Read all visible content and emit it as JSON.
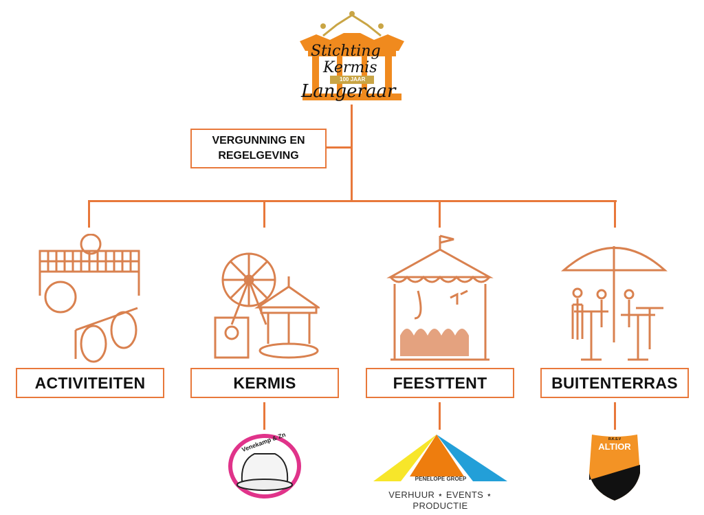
{
  "logo": {
    "line1": "Stichting",
    "line2": "Kermis",
    "banner": "100 JAAR",
    "line3": "Langeraar"
  },
  "side_box": {
    "line1": "VERGUNNING EN",
    "line2": "REGELGEVING"
  },
  "categories": [
    {
      "label": "ACTIVITEITEN",
      "icon": "sports-volleyball-football-tires-icon"
    },
    {
      "label": "KERMIS",
      "icon": "ferris-wheel-carousel-icon"
    },
    {
      "label": "FEESTTENT",
      "icon": "circus-tent-stage-icon"
    },
    {
      "label": "BUITENTERRAS",
      "icon": "parasol-terrace-tables-icon"
    }
  ],
  "partners": {
    "kermis": {
      "text": "Venekamp & Zn"
    },
    "feesttent": {
      "name": "PENELOPE GROEP",
      "tagline": "VERHUUR ⋆ EVENTS ⋆ PRODUCTIE"
    },
    "buitenterras": {
      "small": "R.K.S.V",
      "name": "ALTIOR"
    }
  },
  "colors": {
    "accent": "#E8783A",
    "icon": "#D9814F"
  }
}
